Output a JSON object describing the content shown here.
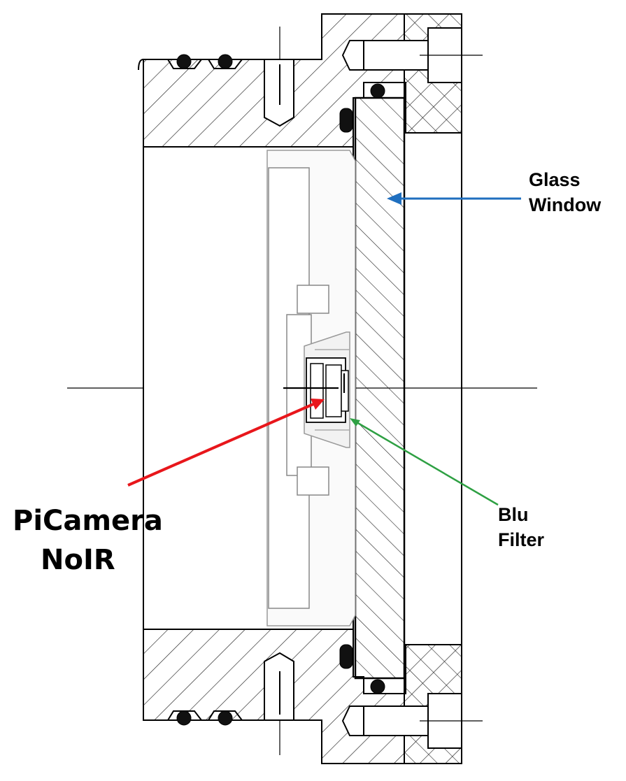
{
  "labels": {
    "glass_window": [
      "Glass",
      "Window"
    ],
    "blu_filter": [
      "Blu",
      "Filter"
    ],
    "picamera": [
      "PiCamera",
      "NoIR"
    ]
  },
  "colors": {
    "line": "#000000",
    "hatch": "#222222",
    "glass_arrow": "#1f6fbf",
    "filter_arrow": "#2ea043",
    "camera_arrow": "#e8161b",
    "housing_grey": "#bdbdbd"
  }
}
